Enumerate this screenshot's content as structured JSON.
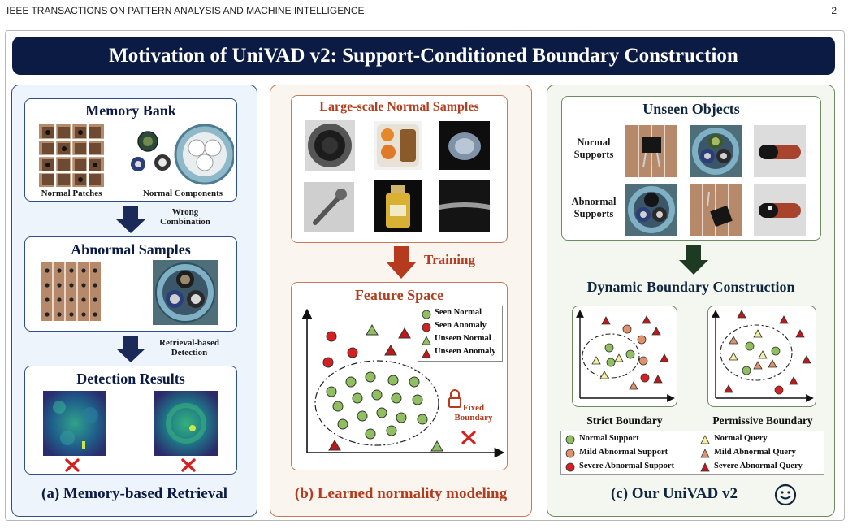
{
  "header": {
    "running_title": "IEEE TRANSACTIONS ON PATTERN ANALYSIS AND MACHINE INTELLIGENCE",
    "page_number": "2"
  },
  "banner": {
    "title": "Motivation of UniVAD v2: Support-Conditioned Boundary Construction"
  },
  "panel_a": {
    "memory_bank_title": "Memory Bank",
    "normal_patches_label": "Normal Patches",
    "normal_components_label": "Normal Components",
    "arrow1_label_line1": "Wrong",
    "arrow1_label_line2": "Combination",
    "abnormal_samples_title": "Abnormal Samples",
    "arrow2_label_line1": "Retrieval-based",
    "arrow2_label_line2": "Detection",
    "detection_results_title": "Detection Results",
    "caption": "(a) Memory-based Retrieval"
  },
  "panel_b": {
    "samples_title": "Large-scale Normal Samples",
    "training_label": "Training",
    "feature_space_title": "Feature Space",
    "legend": [
      {
        "label": "Seen Normal",
        "shape": "circle",
        "color": "#8fbf5f"
      },
      {
        "label": "Seen Anomaly",
        "shape": "circle",
        "color": "#d42020"
      },
      {
        "label": "Unseen Normal",
        "shape": "triangle",
        "color": "#8fbf5f"
      },
      {
        "label": "Unseen Anomaly",
        "shape": "triangle",
        "color": "#c01818"
      }
    ],
    "fixed_boundary_line1": "Fixed",
    "fixed_boundary_line2": "Boundary",
    "caption": "(b) Learned normality modeling"
  },
  "panel_c": {
    "unseen_title": "Unseen Objects",
    "normal_supports_line1": "Normal",
    "normal_supports_line2": "Supports",
    "abnormal_supports_line1": "Abnormal",
    "abnormal_supports_line2": "Supports",
    "dynamic_title": "Dynamic Boundary Construction",
    "strict_label": "Strict Boundary",
    "permissive_label": "Permissive Boundary",
    "legend": [
      {
        "label": "Normal Support",
        "shape": "circle",
        "color": "#8fbf5f"
      },
      {
        "label": "Normal Query",
        "shape": "triangle",
        "color": "#f4f0a0"
      },
      {
        "label": "Mild Abnormal Support",
        "shape": "circle",
        "color": "#e0906a"
      },
      {
        "label": "Mild Abnormal Query",
        "shape": "triangle",
        "color": "#e0906a"
      },
      {
        "label": "Severe Abnormal Support",
        "shape": "circle",
        "color": "#d42020"
      },
      {
        "label": "Severe Abnormal Query",
        "shape": "triangle",
        "color": "#c01818"
      }
    ],
    "caption": "(c) Our UniVAD v2",
    "caption_icon": "smiley-icon"
  },
  "colors": {
    "navy": "#0c1b44",
    "panel_a_border": "#2e4e8a",
    "panel_b_border": "#c77a5a",
    "panel_c_border": "#6d8a60",
    "training_red": "#b53a1e",
    "cross_red": "#d61f1f"
  }
}
